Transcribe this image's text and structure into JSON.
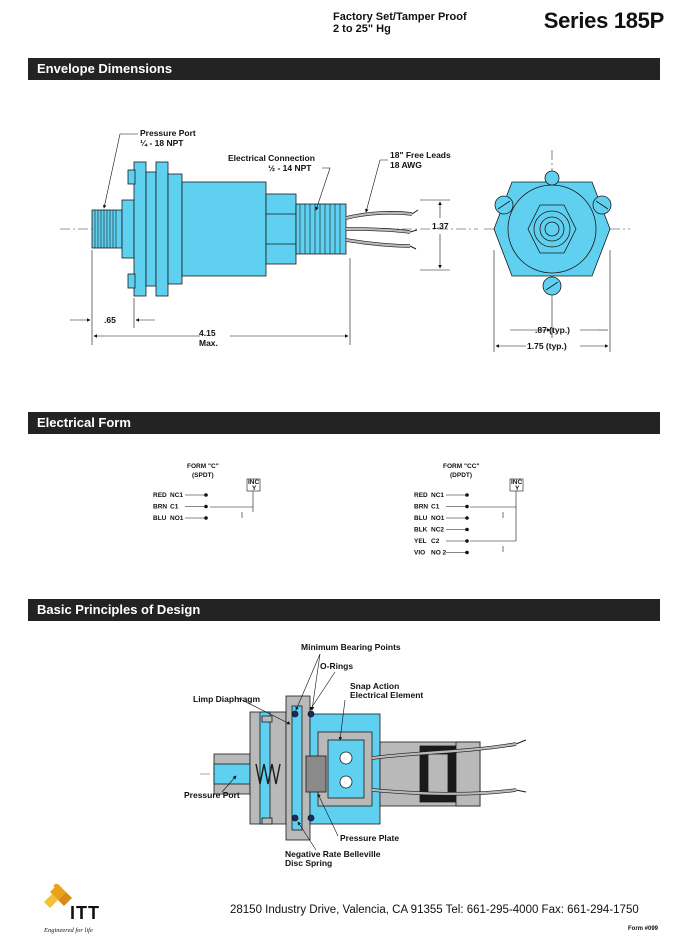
{
  "header": {
    "subtitle_line1": "Factory Set/Tamper Proof",
    "subtitle_line2": "2 to 25\" Hg",
    "series": "Series 185P"
  },
  "sections": {
    "envelope": "Envelope Dimensions",
    "electrical": "Electrical Form",
    "principles": "Basic Principles of Design"
  },
  "envelope": {
    "pressure_port_1": "Pressure Port",
    "pressure_port_2": "¼ - 18 NPT",
    "elec_conn_1": "Electrical Connection",
    "elec_conn_2": "½ - 14 NPT",
    "leads_1": "18\" Free Leads",
    "leads_2": "18 AWG",
    "dim_137": "1.37",
    "dim_65": ".65",
    "dim_415": "4.15",
    "dim_max": "Max.",
    "dim_87": ".87 (typ.)",
    "dim_175": "1.75 (typ.)"
  },
  "electrical": {
    "form_c_title": "FORM \"C\"",
    "form_c_sub": "(SPDT)",
    "form_cc_title": "FORM \"CC\"",
    "form_cc_sub": "(DPDT)",
    "inc": "INC",
    "y": "Y",
    "form_c_rows": [
      {
        "color": "RED",
        "term": "NC1"
      },
      {
        "color": "BRN",
        "term": "C1"
      },
      {
        "color": "BLU",
        "term": "NO1"
      }
    ],
    "form_cc_rows": [
      {
        "color": "RED",
        "term": "NC1"
      },
      {
        "color": "BRN",
        "term": "C1"
      },
      {
        "color": "BLU",
        "term": "NO1"
      },
      {
        "color": "BLK",
        "term": "NC2"
      },
      {
        "color": "YEL",
        "term": "C2"
      },
      {
        "color": "VIO",
        "term": "NO 2"
      }
    ]
  },
  "principles": {
    "min_bearing": "Minimum Bearing Points",
    "orings": "O-Rings",
    "snap_1": "Snap Action",
    "snap_2": "Electrical Element",
    "limp": "Limp Diaphragm",
    "pressure_port": "Pressure Port",
    "pressure_plate": "Pressure Plate",
    "belleville_1": "Negative Rate Belleville",
    "belleville_2": "Disc Spring"
  },
  "footer": {
    "logo": "ITT",
    "tagline": "Engineered for life",
    "address": "28150 Industry Drive, Valencia, CA 91355  Tel: 661-295-4000  Fax: 661-294-1750",
    "form_number": "Form #099"
  },
  "colors": {
    "part_blue": "#5fd0f0",
    "bar_dark": "#232323",
    "steel_gray": "#b9b9b9"
  }
}
